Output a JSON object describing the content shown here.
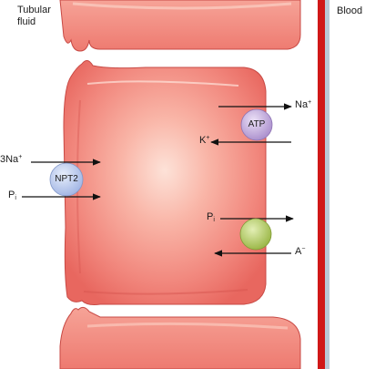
{
  "labels": {
    "tubular_fluid": {
      "line1": "Tubular",
      "line2": "fluid"
    },
    "blood": "Blood"
  },
  "transporters": {
    "npt2": {
      "name": "NPT2",
      "color": "#aebfe8",
      "substrates": [
        {
          "base": "3Na",
          "sup": "+",
          "sub": ""
        },
        {
          "base": "P",
          "sup": "",
          "sub": "i"
        }
      ]
    },
    "atpase": {
      "name": "ATP",
      "color": "#b59ad2",
      "substrates": [
        {
          "base": "Na",
          "sup": "+",
          "sub": ""
        },
        {
          "base": "K",
          "sup": "+",
          "sub": ""
        }
      ]
    },
    "anion_exchanger": {
      "name": "",
      "color": "#a9c455",
      "substrates": [
        {
          "base": "P",
          "sup": "",
          "sub": "i"
        },
        {
          "base": "A",
          "sup": "−",
          "sub": ""
        }
      ]
    }
  },
  "colors": {
    "cell_fill": "#f07f78",
    "cell_highlight": "#fbc4b7",
    "cell_outline": "#c73b3b",
    "blood_vessel": "#d01818",
    "blood_vessel_shadow": "#b9c8d6",
    "arrow": "#111111"
  }
}
